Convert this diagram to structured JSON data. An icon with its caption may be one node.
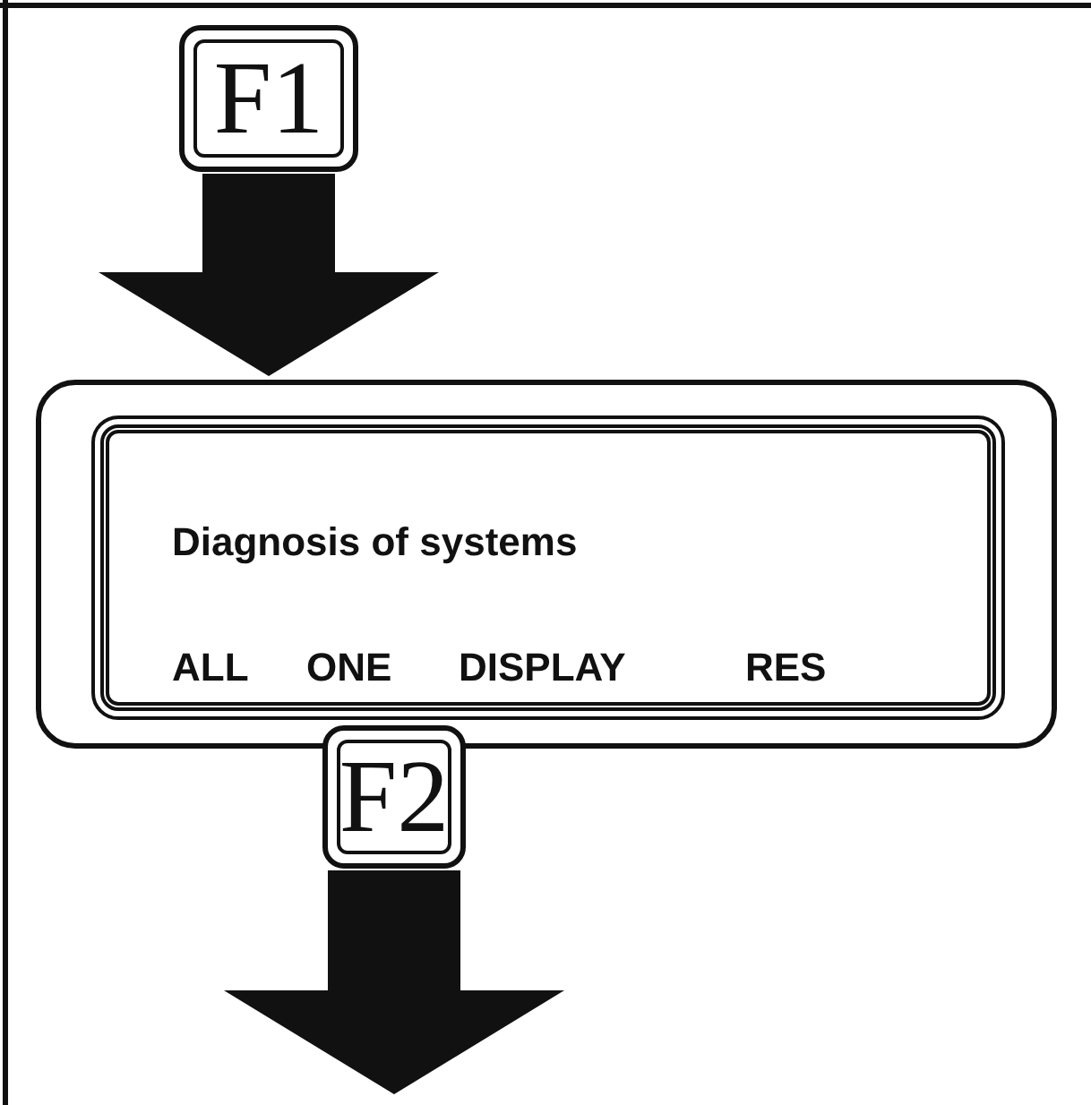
{
  "diagram": {
    "nodes": [
      {
        "text": [
          "F1"
        ]
      },
      {
        "text": [],
        "shape": "box"
      },
      {
        "text": [
          "Diagnosis of systems",
          "ALL",
          "ONE",
          "DISPLAY",
          "RES"
        ],
        "in": 1
      },
      {
        "text": [
          "F2"
        ]
      }
    ],
    "edges": [
      {
        "from": 0,
        "to": 1,
        "arrow": "to",
        "style": "thick"
      },
      {
        "from": 3,
        "to": null,
        "arrow": "to",
        "style": "thick"
      }
    ]
  }
}
